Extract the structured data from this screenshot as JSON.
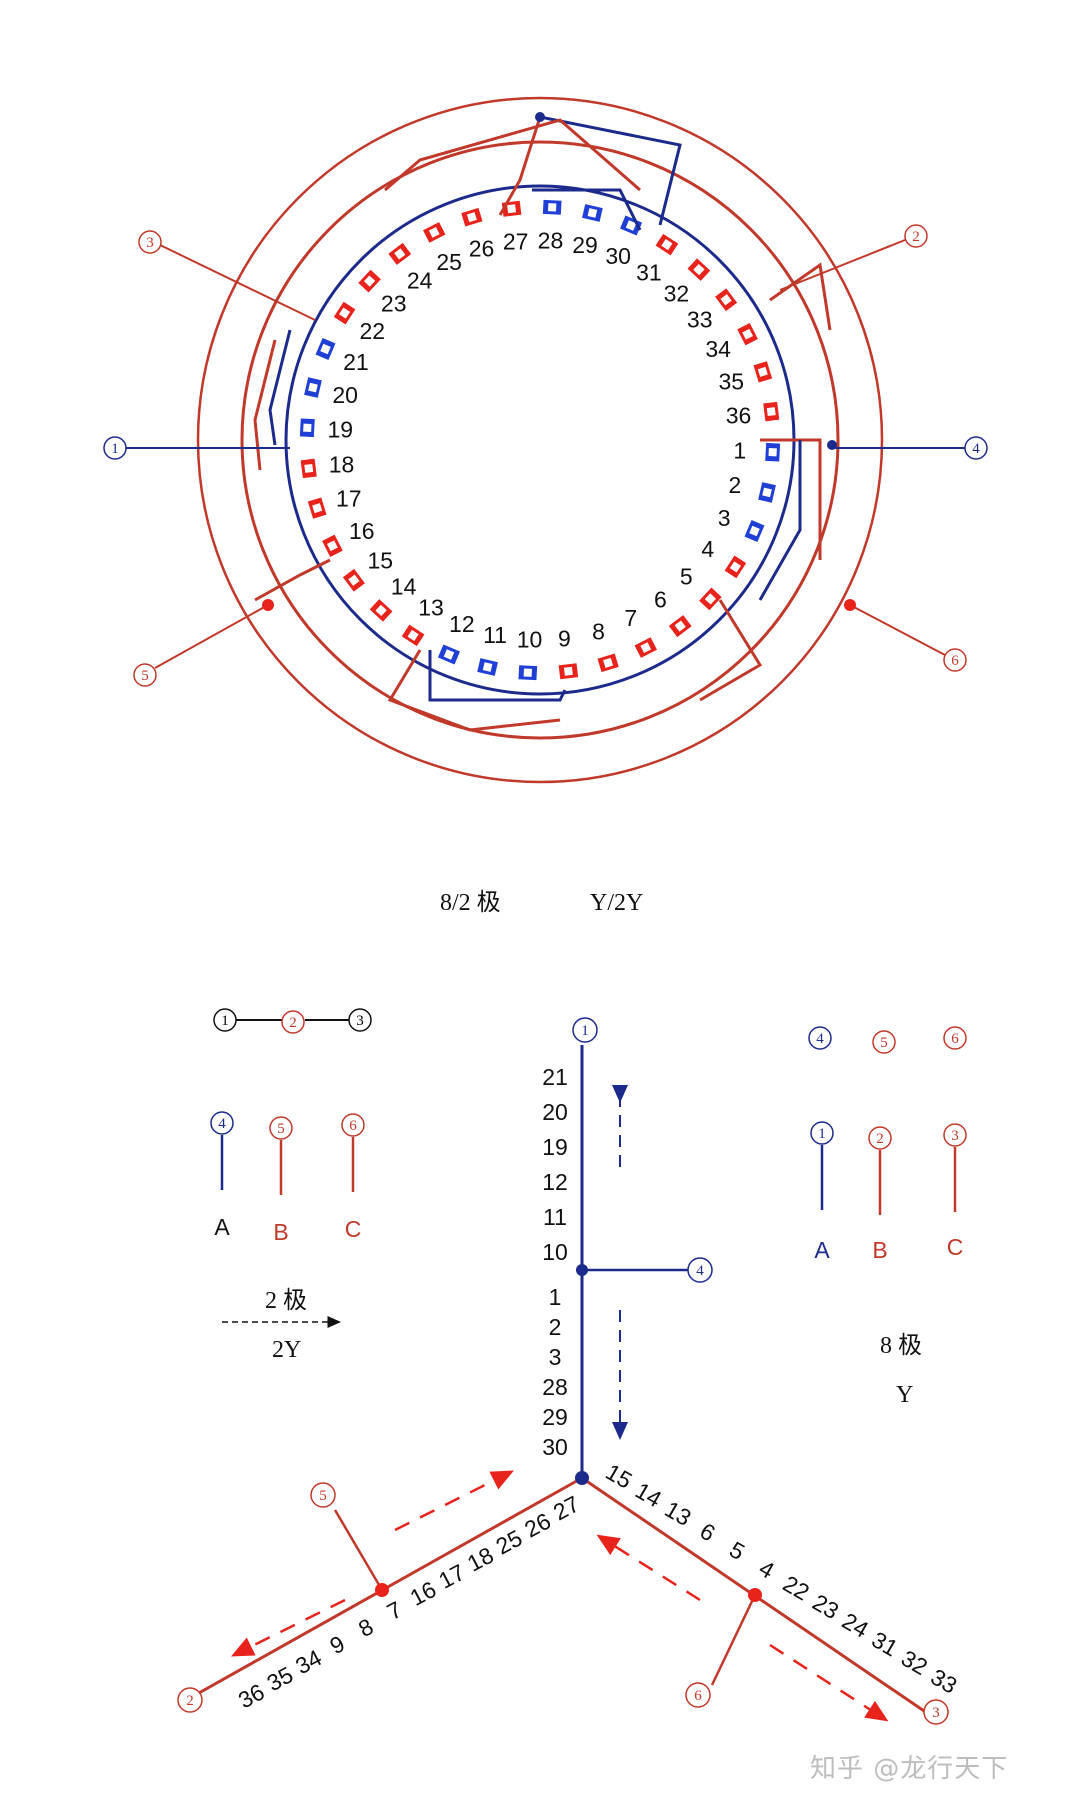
{
  "colors": {
    "phase_a": "#1c2a8c",
    "phase_b": "#c0392b",
    "slot_blue": "#1f3fd6",
    "slot_red": "#e8231c",
    "ink": "#111111"
  },
  "slot_numbers": [
    "1",
    "2",
    "3",
    "4",
    "5",
    "6",
    "7",
    "8",
    "9",
    "10",
    "11",
    "12",
    "13",
    "14",
    "15",
    "16",
    "17",
    "18",
    "19",
    "20",
    "21",
    "22",
    "23",
    "24",
    "25",
    "26",
    "27",
    "28",
    "29",
    "30",
    "31",
    "32",
    "33",
    "34",
    "35",
    "36"
  ],
  "ring_terminals": [
    "1",
    "2",
    "3",
    "4",
    "5",
    "6"
  ],
  "caption": {
    "poles": "8/2 极",
    "connection": "Y/2Y"
  },
  "left_legend": {
    "series_terminals": [
      "1",
      "2",
      "3"
    ],
    "out_terminals": [
      "4",
      "5",
      "6"
    ],
    "phases": [
      "A",
      "B",
      "C"
    ],
    "arrow_top": "2 极",
    "arrow_bottom": "2Y"
  },
  "right_legend": {
    "top_terminals": [
      "4",
      "5",
      "6"
    ],
    "out_terminals": [
      "1",
      "2",
      "3"
    ],
    "phases": [
      "A",
      "B",
      "C"
    ],
    "poles_label": "8 极",
    "conn_label": "Y"
  },
  "star": {
    "vertical_upper": [
      "21",
      "20",
      "19",
      "12",
      "11",
      "10"
    ],
    "vertical_lower": [
      "1",
      "2",
      "3",
      "28",
      "29",
      "30"
    ],
    "left_branch": [
      "27",
      "26",
      "25",
      "18",
      "17",
      "16",
      "7",
      "8",
      "9",
      "34",
      "35",
      "36"
    ],
    "right_branch": [
      "15",
      "14",
      "13",
      "6",
      "5",
      "4",
      "22",
      "23",
      "24",
      "31",
      "32",
      "33"
    ],
    "terminals": {
      "top": "1",
      "mid": "4",
      "left_tap": "5",
      "left_end": "2",
      "right_tap": "6",
      "right_end": "3"
    }
  },
  "watermark": "知乎 @龙行天下"
}
